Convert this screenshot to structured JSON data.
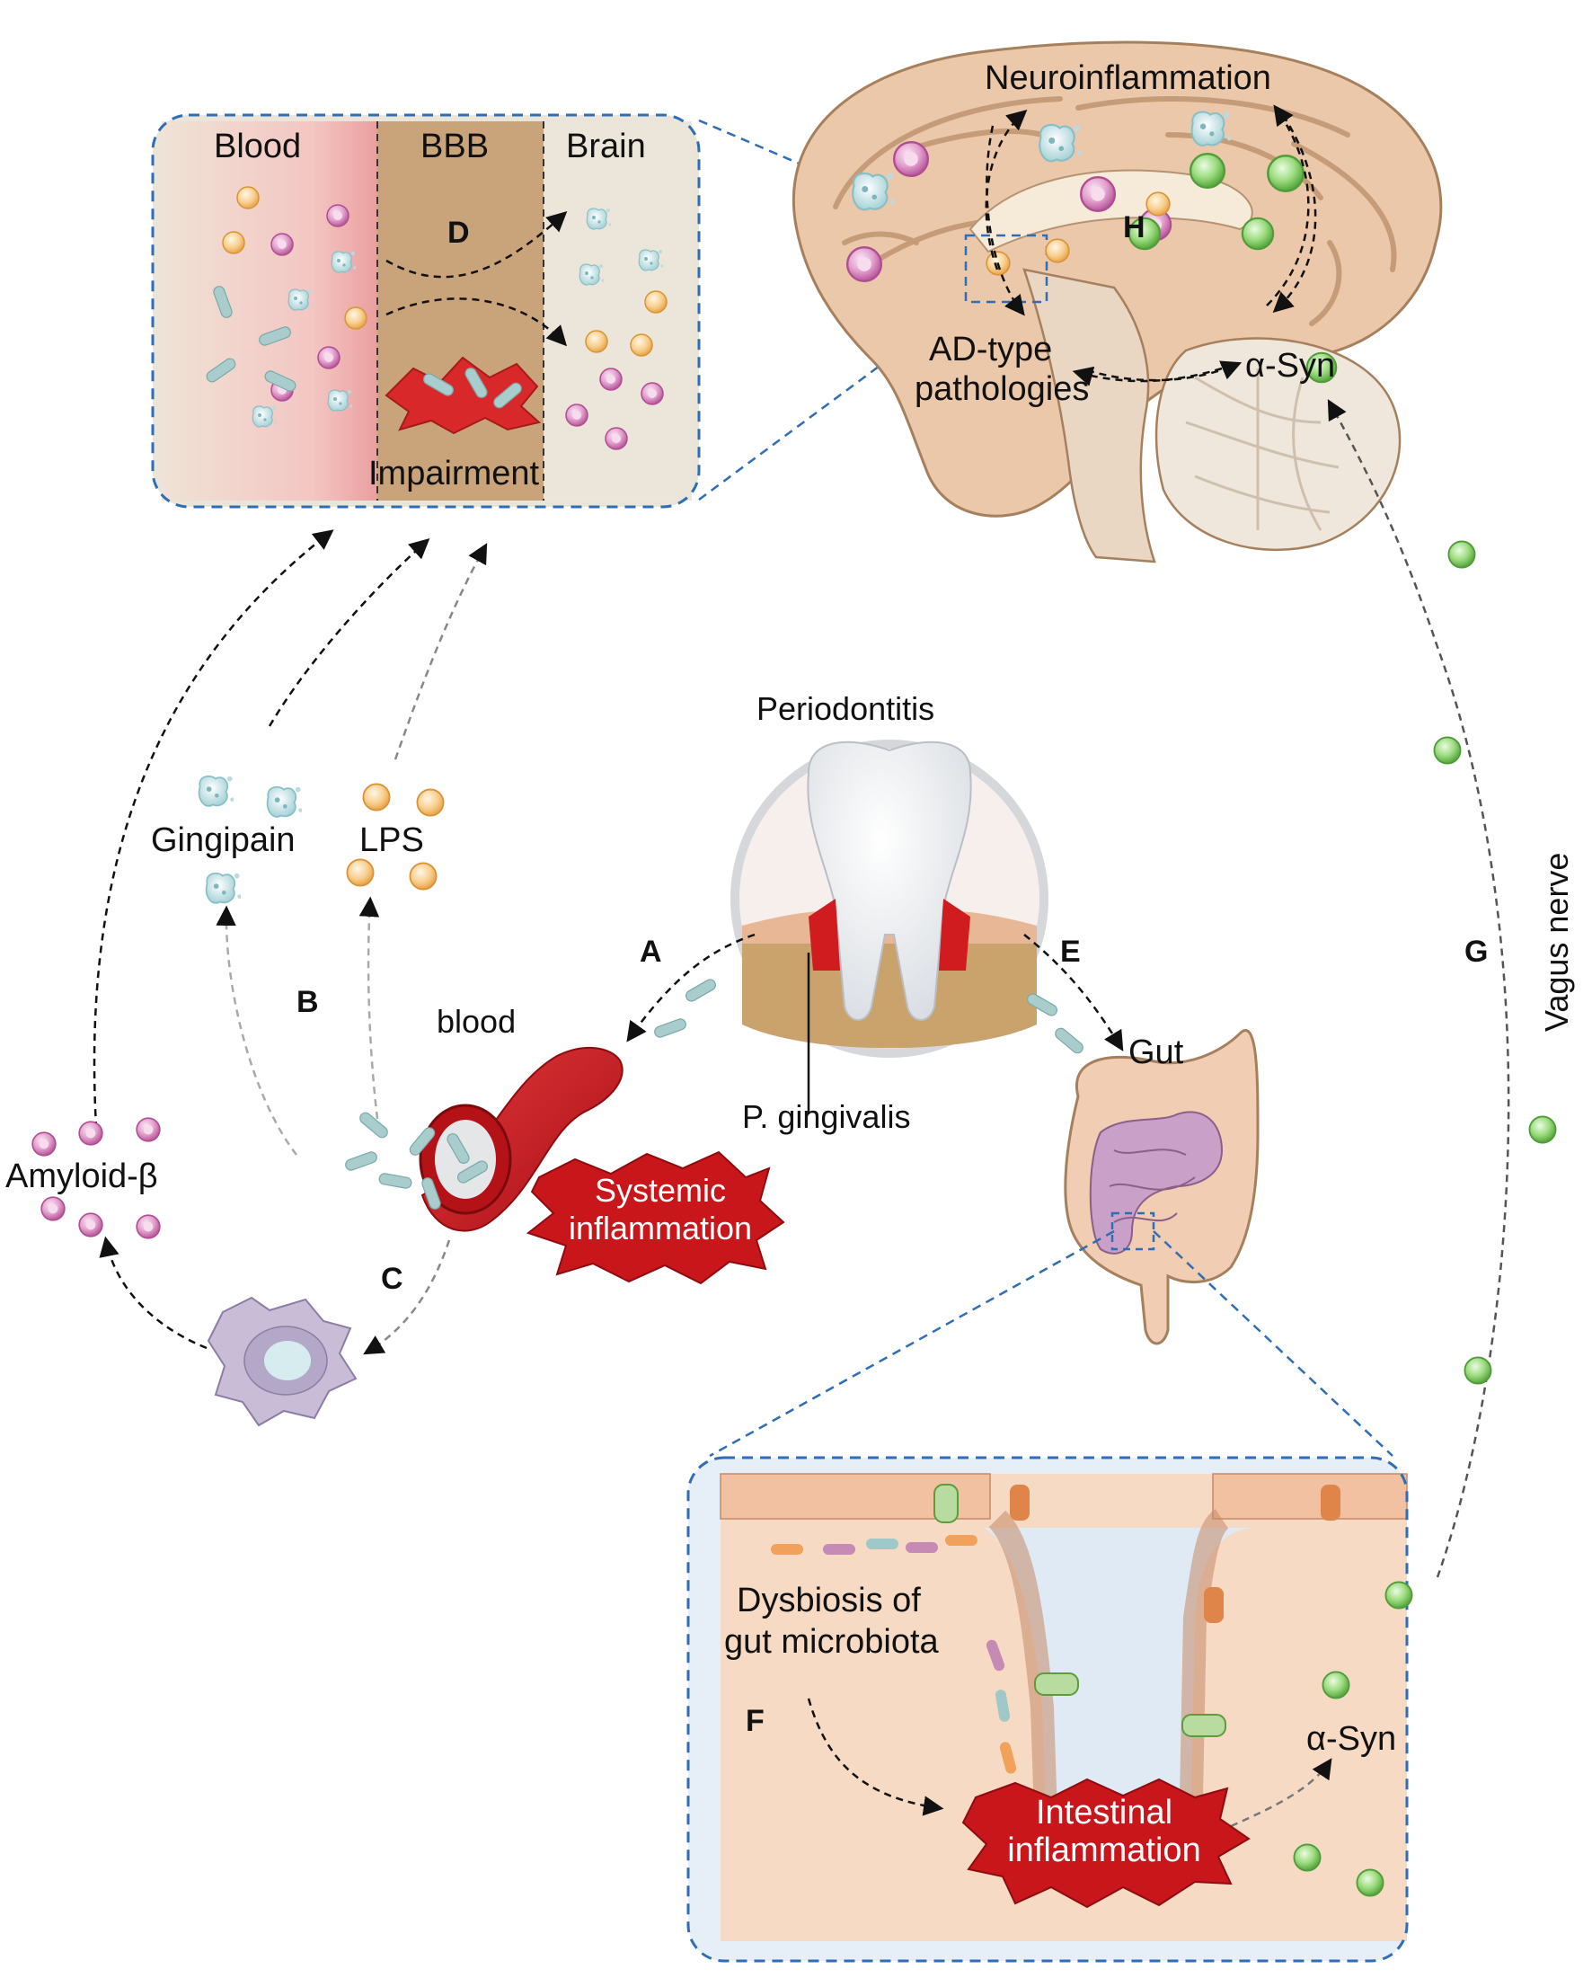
{
  "bbb_inset": {
    "blood": "Blood",
    "bbb": "BBB",
    "brain": "Brain",
    "step": "D",
    "impairment": "Impairment"
  },
  "brain": {
    "neuroinflammation": "Neuroinflammation",
    "step": "H",
    "ad_line1": "AD-type",
    "ad_line2": "pathologies",
    "asyn": "α-Syn"
  },
  "periodontitis": {
    "title": "Periodontitis",
    "pathogen": "P. gingivalis",
    "step_a": "A",
    "step_e": "E"
  },
  "systemic": {
    "gingipain": "Gingipain",
    "lps": "LPS",
    "step_b": "B",
    "blood": "blood",
    "inflammation_line1": "Systemic",
    "inflammation_line2": "inflammation",
    "amyloid": "Amyloid-β",
    "step_c": "C"
  },
  "gut": {
    "label": "Gut",
    "vagus": "Vagus nerve",
    "step_g": "G"
  },
  "gut_inset": {
    "dysbiosis_line1": "Dysbiosis of",
    "dysbiosis_line2": "gut microbiota",
    "step_f": "F",
    "inflammation_line1": "Intestinal",
    "inflammation_line2": "inflammation",
    "asyn": "α-Syn"
  },
  "colors": {
    "inset_border": "#2f6db5",
    "blood_red": "#c8161b",
    "gingipain": "#b9dce0",
    "lps": "#f5c07a",
    "amyloid": "#d98fc2",
    "alpha_syn": "#8fd472",
    "bacteria": "#9ec4c4"
  }
}
